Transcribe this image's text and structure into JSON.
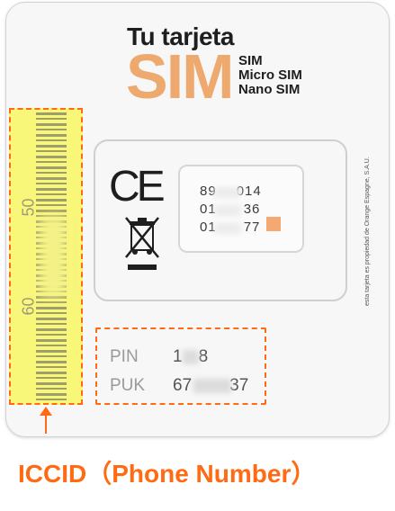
{
  "brand": {
    "line1": "Tu tarjeta",
    "sim": "SIM"
  },
  "sizes": [
    "SIM",
    "Micro SIM",
    "Nano SIM"
  ],
  "barcode_numbers": [
    "50",
    "60"
  ],
  "chip_numbers": [
    "89",
    "014",
    "01",
    "36",
    "01",
    "77"
  ],
  "ce_mark": "CE",
  "side_text": "esta tarjeta es propiedad de Orange Espagne, S.A.U.",
  "pin": {
    "label": "PIN",
    "value_start": "1",
    "value_end": "8"
  },
  "puk": {
    "label": "PUK",
    "value_start": "67",
    "value_end": "37"
  },
  "caption": "ICCID（Phone Number）",
  "colors": {
    "accent": "#ff6a13",
    "sim_orange": "#eeaa6e",
    "highlight": "#f9f77a"
  }
}
